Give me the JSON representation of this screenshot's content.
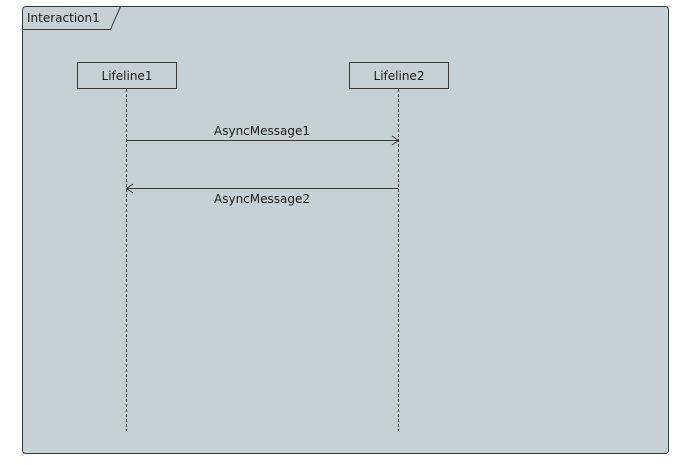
{
  "frame": {
    "title": "Interaction1"
  },
  "lifelines": [
    {
      "label": "Lifeline1"
    },
    {
      "label": "Lifeline2"
    }
  ],
  "messages": [
    {
      "label": "AsyncMessage1",
      "from": "Lifeline1",
      "to": "Lifeline2",
      "kind": "async"
    },
    {
      "label": "AsyncMessage2",
      "from": "Lifeline2",
      "to": "Lifeline1",
      "kind": "async"
    }
  ],
  "colors": {
    "frame_fill": "#c5d1d4",
    "stroke": "#3a3a3a"
  }
}
